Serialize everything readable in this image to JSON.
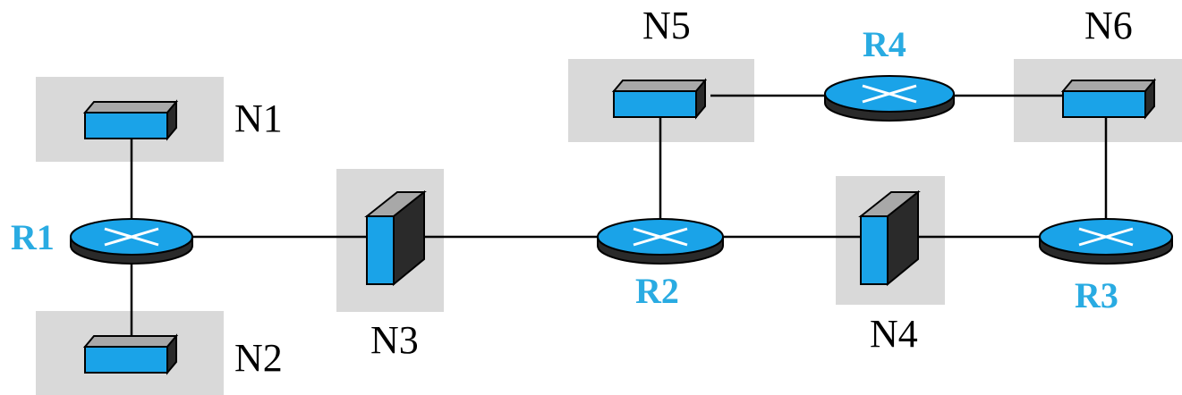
{
  "colors": {
    "router_label": "#29abe2",
    "device_face": "#1aa3e8",
    "device_top": "#a8a8a8",
    "device_side": "#2a2a2a",
    "network_box": "#d9d9d9",
    "link": "#000000"
  },
  "networks": [
    {
      "id": "N1",
      "label": "N1",
      "device": "switch-horizontal"
    },
    {
      "id": "N2",
      "label": "N2",
      "device": "switch-horizontal"
    },
    {
      "id": "N3",
      "label": "N3",
      "device": "switch-vertical"
    },
    {
      "id": "N4",
      "label": "N4",
      "device": "switch-vertical"
    },
    {
      "id": "N5",
      "label": "N5",
      "device": "switch-horizontal"
    },
    {
      "id": "N6",
      "label": "N6",
      "device": "switch-horizontal"
    }
  ],
  "routers": [
    {
      "id": "R1",
      "label": "R1"
    },
    {
      "id": "R2",
      "label": "R2"
    },
    {
      "id": "R3",
      "label": "R3"
    },
    {
      "id": "R4",
      "label": "R4"
    }
  ],
  "links": [
    {
      "from": "R1",
      "to": "N1"
    },
    {
      "from": "R1",
      "to": "N2"
    },
    {
      "from": "R1",
      "to": "N3"
    },
    {
      "from": "N3",
      "to": "R2"
    },
    {
      "from": "R2",
      "to": "N5"
    },
    {
      "from": "R2",
      "to": "N4"
    },
    {
      "from": "N4",
      "to": "R3"
    },
    {
      "from": "R3",
      "to": "N6"
    },
    {
      "from": "N5",
      "to": "R4"
    },
    {
      "from": "R4",
      "to": "N6"
    }
  ]
}
